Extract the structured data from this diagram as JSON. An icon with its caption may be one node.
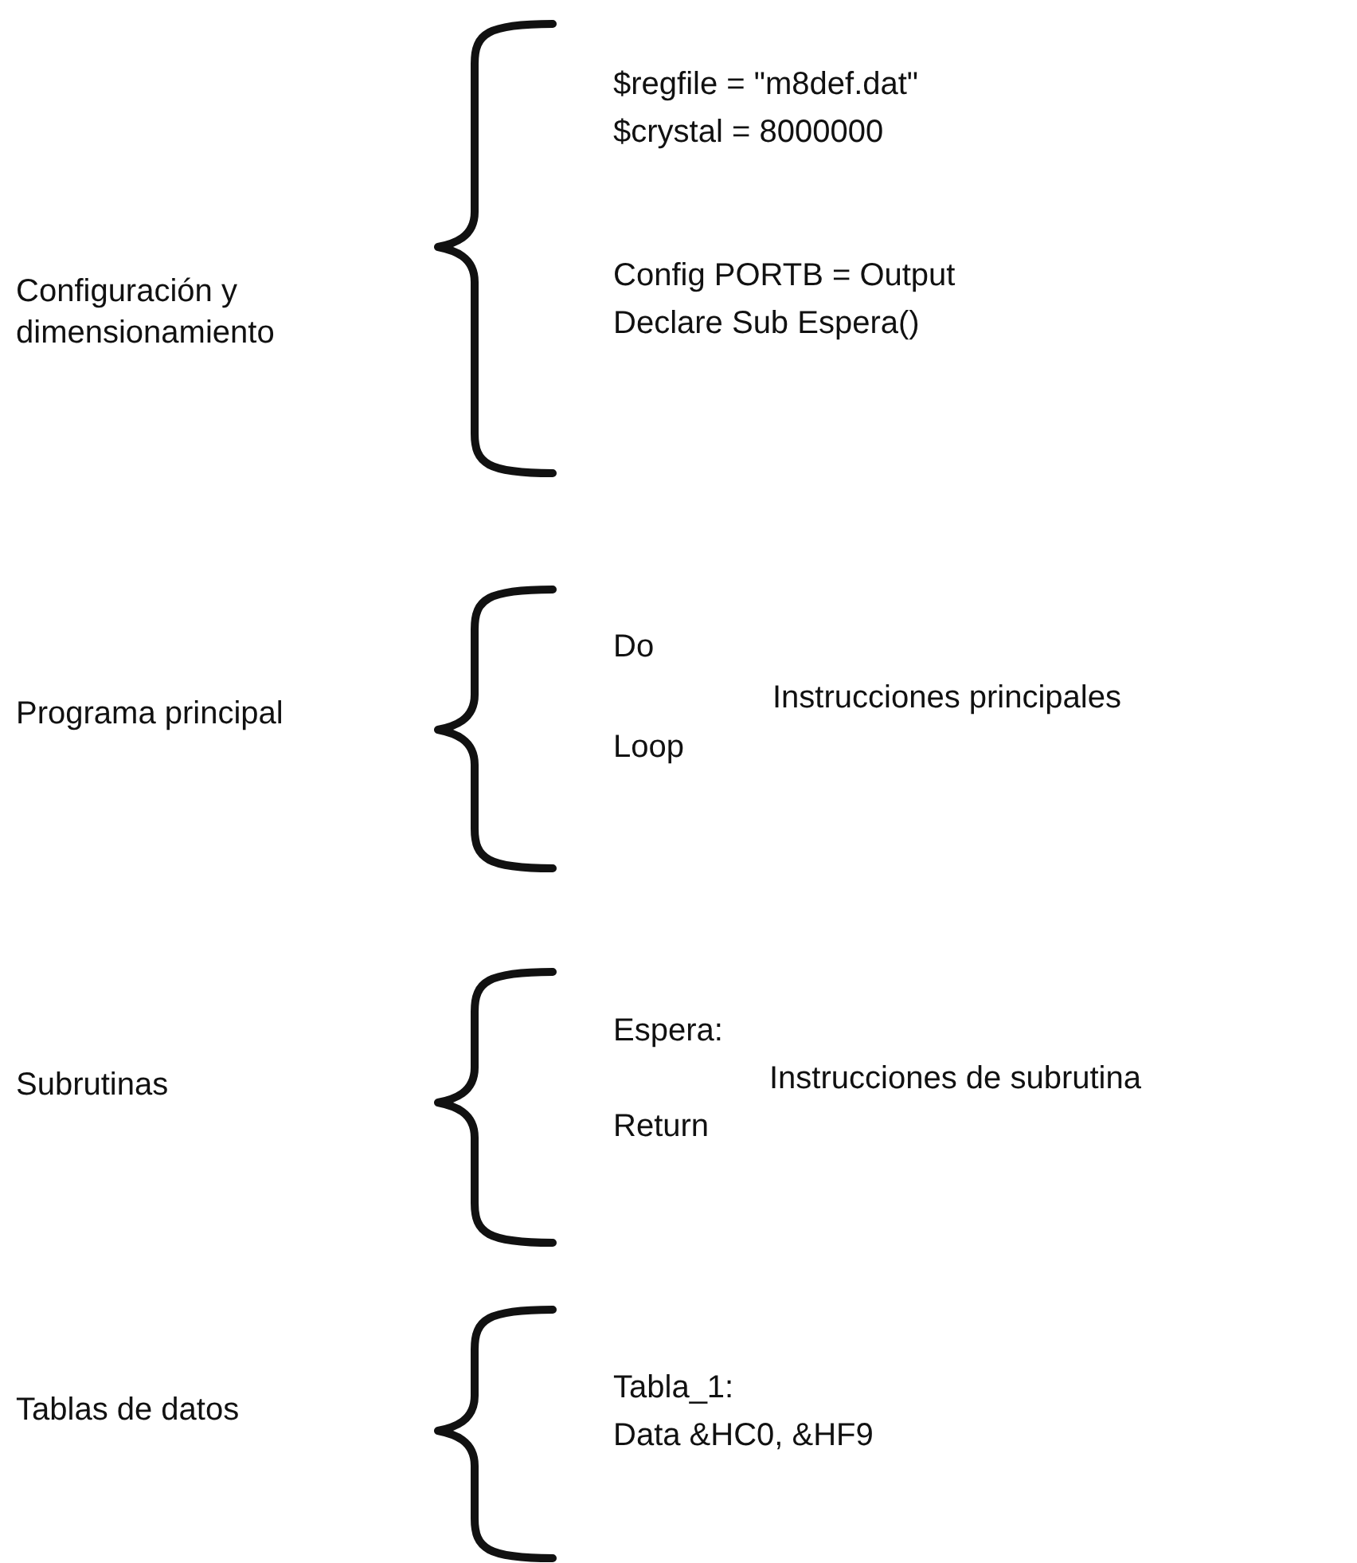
{
  "diagram": {
    "labels": [
      "Configuración y dimensionamiento",
      "$regfile = \"m8def.dat\"",
      "$crystal = 8000000",
      "Config PORTB = Output",
      "Declare Sub Espera()",
      "Programa principal",
      "Do",
      "Instrucciones principales",
      "Loop",
      "Subrutinas",
      "Espera:",
      "Instrucciones de subrutina",
      "Return",
      "Tablas de datos",
      "Tabla_1:",
      "Data &HC0, &HF9"
    ]
  }
}
